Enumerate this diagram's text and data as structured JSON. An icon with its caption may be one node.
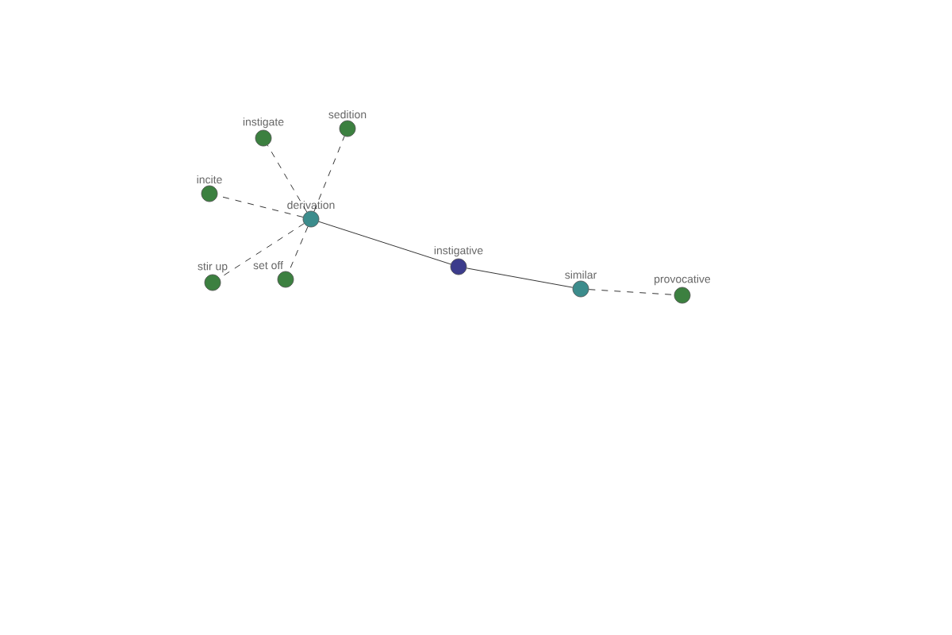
{
  "diagram": {
    "nodes": [
      {
        "text": [
          "instigative"
        ]
      },
      {
        "text": [
          "derivation"
        ]
      },
      {
        "text": [
          "similar"
        ]
      },
      {
        "text": [
          "provocative"
        ]
      },
      {
        "text": [
          "instigate"
        ]
      },
      {
        "text": [
          "sedition"
        ]
      },
      {
        "text": [
          "incite"
        ]
      },
      {
        "text": [
          "stir up"
        ]
      },
      {
        "text": [
          "set off"
        ]
      }
    ],
    "edges": [
      {
        "from": 0,
        "to": 1,
        "arrow": "none"
      },
      {
        "from": 0,
        "to": 2,
        "arrow": "none"
      },
      {
        "from": 2,
        "to": 3,
        "arrow": "none",
        "style": "dashed"
      },
      {
        "from": 1,
        "to": 4,
        "arrow": "none",
        "style": "dashed"
      },
      {
        "from": 1,
        "to": 5,
        "arrow": "none",
        "style": "dashed"
      },
      {
        "from": 1,
        "to": 6,
        "arrow": "none",
        "style": "dashed"
      },
      {
        "from": 1,
        "to": 7,
        "arrow": "none",
        "style": "dashed"
      },
      {
        "from": 1,
        "to": 8,
        "arrow": "none",
        "style": "dashed"
      }
    ]
  }
}
